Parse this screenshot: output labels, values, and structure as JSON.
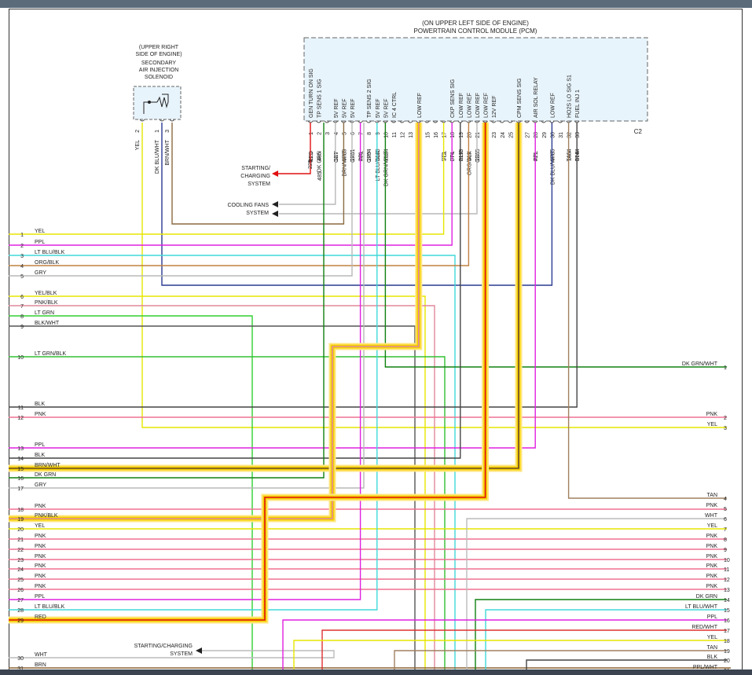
{
  "pcm": {
    "location": "(ON UPPER LEFT SIDE OF ENGINE)",
    "title": "POWERTRAIN CONTROL MODULE (PCM)",
    "connector": "C2",
    "pins": [
      {
        "num": "1",
        "func": "GEN TURN ON SIG",
        "color": "RED",
        "circuit": "225"
      },
      {
        "num": "2",
        "func": "TP SENS 1 SIG",
        "color": "DK GRN",
        "circuit": "485"
      },
      {
        "num": "3",
        "func": "",
        "color": "",
        "circuit": ""
      },
      {
        "num": "4",
        "func": "5V REF",
        "color": "GRY",
        "circuit": "597"
      },
      {
        "num": "5",
        "func": "5V REF",
        "color": "BRN/WHT",
        "circuit": "6789"
      },
      {
        "num": "6",
        "func": "5V REF",
        "color": "GRY",
        "circuit": "2701"
      },
      {
        "num": "7",
        "func": "",
        "color": "PPL",
        "circuit": "486"
      },
      {
        "num": "8",
        "func": "TP SENS 2 SIG",
        "color": "GRY",
        "circuit": "2704"
      },
      {
        "num": "9",
        "func": "5V REF",
        "color": "LT BLU/BLK",
        "circuit": "1688"
      },
      {
        "num": "10",
        "func": "5V REF",
        "color": "DK GRN/WHT",
        "circuit": "2124"
      },
      {
        "num": "11",
        "func": "IC 4 CTRL",
        "color": "",
        "circuit": ""
      },
      {
        "num": "12",
        "func": "",
        "color": "",
        "circuit": ""
      },
      {
        "num": "13",
        "func": "",
        "color": "",
        "circuit": ""
      },
      {
        "num": "14",
        "func": "LOW REF",
        "color": "PNK/BLK",
        "circuit": "632"
      },
      {
        "num": "15",
        "func": "",
        "color": "",
        "circuit": ""
      },
      {
        "num": "16",
        "func": "",
        "color": "",
        "circuit": ""
      },
      {
        "num": "17",
        "func": "",
        "color": "YEL",
        "circuit": "573"
      },
      {
        "num": "18",
        "func": "CKP SENS SIG",
        "color": "PPL",
        "circuit": "574"
      },
      {
        "num": "19",
        "func": "LOW REF",
        "color": "BLK",
        "circuit": "2199"
      },
      {
        "num": "20",
        "func": "LOW REF",
        "color": "ORG/BLK",
        "circuit": "469"
      },
      {
        "num": "21",
        "func": "LOW REF",
        "color": "GRY",
        "circuit": "2365"
      },
      {
        "num": "22",
        "func": "LOW REF",
        "color": "RED",
        "circuit": "631"
      },
      {
        "num": "23",
        "func": "12V REF",
        "color": "",
        "circuit": ""
      },
      {
        "num": "24",
        "func": "",
        "color": "",
        "circuit": ""
      },
      {
        "num": "25",
        "func": "",
        "color": "",
        "circuit": ""
      },
      {
        "num": "26",
        "func": "CPM SENS SIG",
        "color": "BRN/WHT",
        "circuit": "633"
      },
      {
        "num": "27",
        "func": "",
        "color": "",
        "circuit": ""
      },
      {
        "num": "28",
        "func": "AIR SOL RELAY",
        "color": "PPL",
        "circuit": "421"
      },
      {
        "num": "29",
        "func": "",
        "color": "",
        "circuit": ""
      },
      {
        "num": "30",
        "func": "LOW REF",
        "color": "DK BLU/WHT",
        "circuit": "6785"
      },
      {
        "num": "31",
        "func": "",
        "color": "",
        "circuit": ""
      },
      {
        "num": "32",
        "func": "HO2S LO SIG S1",
        "color": "TAN",
        "circuit": "1664"
      },
      {
        "num": "33",
        "func": "FUEL INJ 1",
        "color": "BLK",
        "circuit": "1744"
      }
    ]
  },
  "solenoid": {
    "lines": [
      "(UPPER RIGHT",
      "SIDE OF ENGINE)",
      "SECONDARY",
      "AIR INJECTION",
      "SOLENOID"
    ],
    "pins": [
      {
        "num": "2",
        "color": "YEL"
      },
      {
        "num": "1",
        "color": "DK BLU/WHT"
      },
      {
        "num": "3",
        "color": "BRN/WHT"
      }
    ]
  },
  "references": {
    "starting_charging": [
      "STARTING/",
      "CHARGING",
      "SYSTEM"
    ],
    "cooling_fans": [
      "COOLING FANS",
      "SYSTEM"
    ],
    "starting_charging_bottom": [
      "STARTING/CHARGING",
      "SYSTEM"
    ]
  },
  "left_terminals": [
    {
      "num": "1",
      "label": "YEL",
      "color": "#e6e600"
    },
    {
      "num": "2",
      "label": "PPL",
      "color": "#e020e0"
    },
    {
      "num": "3",
      "label": "LT BLU/BLK",
      "color": "#40d8d8"
    },
    {
      "num": "4",
      "label": "ORG/BLK",
      "color": "#c08040"
    },
    {
      "num": "5",
      "label": "GRY",
      "color": "#b8b8b8"
    },
    {
      "num": "6",
      "label": "YEL/BLK",
      "color": "#e6e600"
    },
    {
      "num": "7",
      "label": "PNK/BLK",
      "color": "#e08898"
    },
    {
      "num": "8",
      "label": "LT GRN",
      "color": "#30d030"
    },
    {
      "num": "9",
      "label": "BLK/WHT",
      "color": "#555555"
    },
    {
      "num": "10",
      "label": "LT GRN/BLK",
      "color": "#30c030"
    },
    {
      "num": "11",
      "label": "BLK",
      "color": "#444444"
    },
    {
      "num": "12",
      "label": "PNK",
      "color": "#f07090"
    },
    {
      "num": "13",
      "label": "PPL",
      "color": "#e020e0"
    },
    {
      "num": "14",
      "label": "BLK",
      "color": "#444444"
    },
    {
      "num": "15",
      "label": "BRN/WHT",
      "color": "#6b4a2a"
    },
    {
      "num": "16",
      "label": "DK GRN",
      "color": "#108010"
    },
    {
      "num": "17",
      "label": "GRY",
      "color": "#b8b8b8"
    },
    {
      "num": "18",
      "label": "PNK",
      "color": "#f07090"
    },
    {
      "num": "19",
      "label": "PNK/BLK",
      "color": "#e08898"
    },
    {
      "num": "20",
      "label": "YEL",
      "color": "#e6e600"
    },
    {
      "num": "21",
      "label": "PNK",
      "color": "#f07090"
    },
    {
      "num": "22",
      "label": "PNK",
      "color": "#f07090"
    },
    {
      "num": "23",
      "label": "PNK",
      "color": "#f07090"
    },
    {
      "num": "24",
      "label": "PNK",
      "color": "#f07090"
    },
    {
      "num": "25",
      "label": "PNK",
      "color": "#f07090"
    },
    {
      "num": "26",
      "label": "PNK",
      "color": "#f07090"
    },
    {
      "num": "27",
      "label": "PPL",
      "color": "#e020e0"
    },
    {
      "num": "28",
      "label": "LT BLU/BLK",
      "color": "#40d8d8"
    },
    {
      "num": "29",
      "label": "RED",
      "color": "#e01010"
    },
    {
      "num": "30",
      "label": "WHT",
      "color": "#bbbbbb"
    },
    {
      "num": "31",
      "label": "BRN",
      "color": "#8a6030"
    }
  ],
  "right_terminals": [
    {
      "num": "1",
      "label": "DK GRN/WHT",
      "color": "#108010"
    },
    {
      "num": "2",
      "label": "PNK",
      "color": "#f07090"
    },
    {
      "num": "3",
      "label": "YEL",
      "color": "#e6e600"
    },
    {
      "num": "4",
      "label": "TAN",
      "color": "#a08060"
    },
    {
      "num": "5",
      "label": "PNK",
      "color": "#f07090"
    },
    {
      "num": "6",
      "label": "WHT",
      "color": "#bbbbbb"
    },
    {
      "num": "7",
      "label": "YEL",
      "color": "#e6e600"
    },
    {
      "num": "8",
      "label": "PNK",
      "color": "#f07090"
    },
    {
      "num": "9",
      "label": "PNK",
      "color": "#f07090"
    },
    {
      "num": "10",
      "label": "PNK",
      "color": "#f07090"
    },
    {
      "num": "11",
      "label": "PNK",
      "color": "#f07090"
    },
    {
      "num": "12",
      "label": "PNK",
      "color": "#f07090"
    },
    {
      "num": "13",
      "label": "PNK",
      "color": "#f07090"
    },
    {
      "num": "14",
      "label": "DK GRN",
      "color": "#108010"
    },
    {
      "num": "15",
      "label": "LT BLU/WHT",
      "color": "#40d8d8"
    },
    {
      "num": "16",
      "label": "PPL",
      "color": "#e020e0"
    },
    {
      "num": "17",
      "label": "RED/WHT",
      "color": "#e03030"
    },
    {
      "num": "18",
      "label": "YEL",
      "color": "#e6e600"
    },
    {
      "num": "19",
      "label": "TAN",
      "color": "#a08060"
    },
    {
      "num": "20",
      "label": "BLK",
      "color": "#444444"
    },
    {
      "num": "21",
      "label": "PPL/WHT",
      "color": "#d040d0"
    }
  ],
  "colors": {
    "highlight": "#f5d000",
    "highlight_glow": "#ffe680",
    "pcm_fill": "#e8f4fb",
    "frame": "#333333"
  }
}
